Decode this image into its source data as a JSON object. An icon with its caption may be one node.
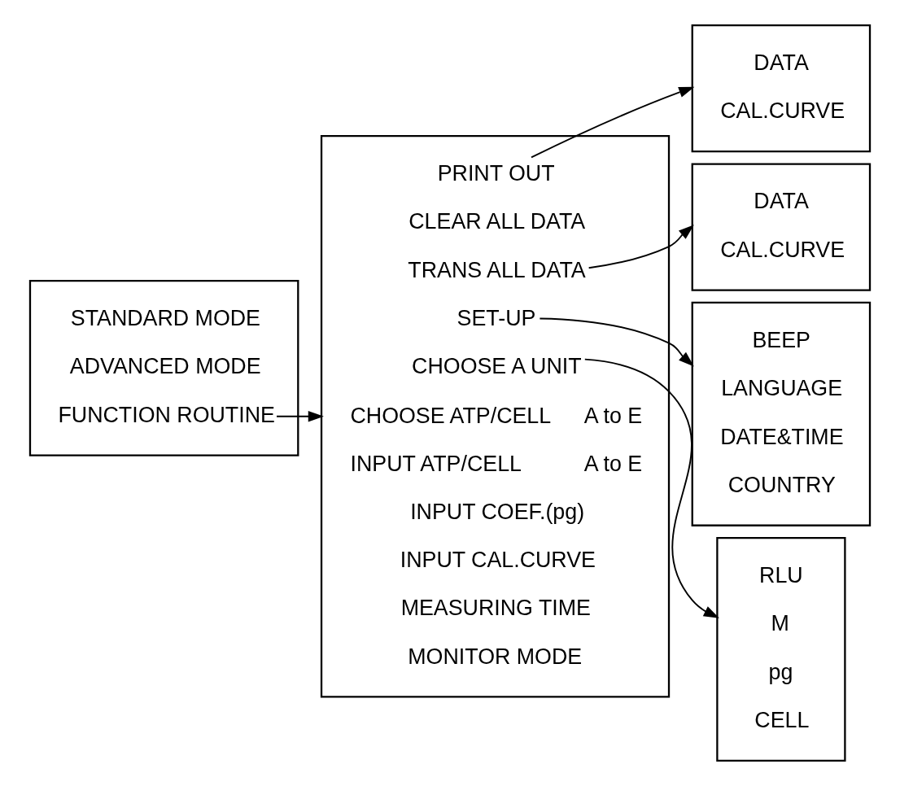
{
  "diagram": {
    "nodes": [
      {
        "text": [],
        "shape": "bar"
      },
      {
        "text": [
          "STANDARD MODE"
        ],
        "in": 0
      },
      {
        "text": [
          "ADVANCED MODE"
        ],
        "in": 0
      },
      {
        "text": [
          "FUNCTION ROUTINE"
        ],
        "in": 0
      },
      {
        "text": [],
        "shape": "bar"
      },
      {
        "text": [
          "PRINT OUT"
        ],
        "in": 4
      },
      {
        "text": [],
        "shape": "bar"
      },
      {
        "text": [
          "DATA"
        ],
        "in": 6
      },
      {
        "text": [
          "CAL.CURVE"
        ],
        "in": 6
      },
      {
        "text": [
          "CLEAR ALL DATA"
        ],
        "in": 4
      },
      {
        "text": [
          "TRANS ALL DATA"
        ],
        "in": 4
      },
      {
        "text": [],
        "shape": "bar"
      },
      {
        "text": [
          "DATA"
        ],
        "in": 11
      },
      {
        "text": [
          "CAL.CURVE"
        ],
        "in": 11
      },
      {
        "text": [
          "SET-UP"
        ],
        "in": 4
      },
      {
        "text": [],
        "shape": "bar"
      },
      {
        "text": [
          "BEEP"
        ],
        "in": 15
      },
      {
        "text": [
          "LANGUAGE"
        ],
        "in": 15
      },
      {
        "text": [
          "DATE&TIME"
        ],
        "in": 15
      },
      {
        "text": [
          "COUNTRY"
        ],
        "in": 15
      },
      {
        "text": [
          "CHOOSE A UNIT"
        ],
        "in": 4
      },
      {
        "text": [],
        "shape": "bar"
      },
      {
        "text": [
          "RLU"
        ],
        "in": 21
      },
      {
        "text": [
          "M"
        ],
        "in": 21
      },
      {
        "text": [
          "pg"
        ],
        "in": 21
      },
      {
        "text": [
          "CELL"
        ],
        "in": 21
      },
      {
        "text": [
          "CHOOSE ATP/CELL"
        ],
        "beside": [
          "A to E"
        ],
        "in": 4
      },
      {
        "text": [
          "INPUT ATP/CELL"
        ],
        "beside": [
          "A to E"
        ],
        "in": 4
      },
      {
        "text": [
          "INPUT COEF.(pg)"
        ],
        "in": 4
      },
      {
        "text": [
          "INPUT CAL.CURVE"
        ],
        "in": 4
      },
      {
        "text": [
          "MEASURING TIME"
        ],
        "in": 4
      },
      {
        "text": [
          "MONITOR MODE"
        ],
        "in": 4
      }
    ],
    "edges": [
      {
        "from": 3,
        "to": 4,
        "arrow": "to"
      },
      {
        "from": 5,
        "to": 6,
        "arrow": "to"
      },
      {
        "from": 10,
        "to": 11,
        "arrow": "to"
      },
      {
        "from": 14,
        "to": 15,
        "arrow": "to"
      },
      {
        "from": 20,
        "to": 21,
        "arrow": "to"
      }
    ]
  }
}
